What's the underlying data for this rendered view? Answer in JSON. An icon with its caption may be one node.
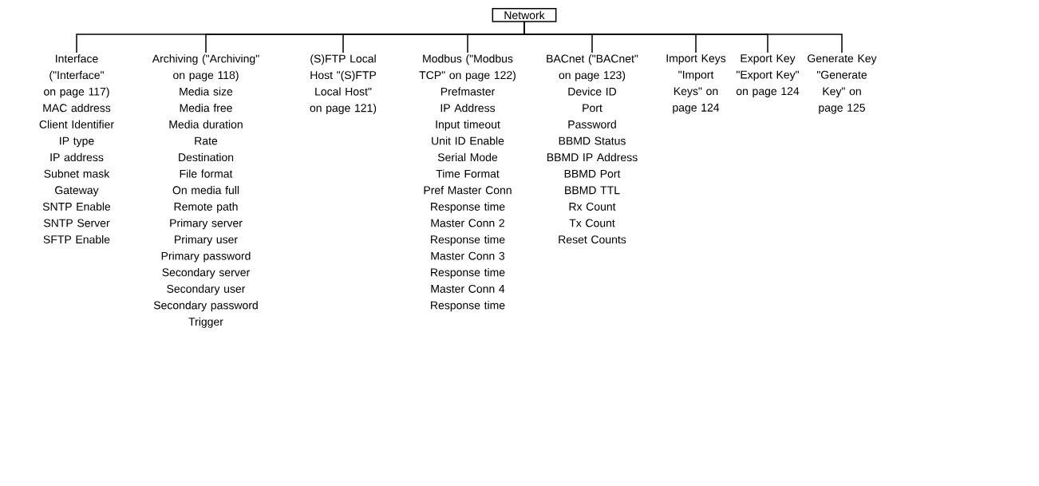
{
  "diagram": {
    "nodes": [
      {
        "text": [
          "Network"
        ]
      },
      {
        "text": [
          "Interface (\"Interface\" on page 117)",
          "MAC address",
          "Client Identifier",
          "IP type",
          "IP address",
          "Subnet mask",
          "Gateway",
          "SNTP Enable",
          "SNTP Server",
          "SFTP Enable"
        ]
      },
      {
        "text": [
          "Archiving (\"Archiving\" on page 118)",
          "Media size",
          "Media free",
          "Media duration",
          "Rate",
          "Destination",
          "File format",
          "On media full",
          "Remote path",
          "Primary server",
          "Primary user",
          "Primary password",
          "Secondary server",
          "Secondary user",
          "Secondary password",
          "Trigger"
        ]
      },
      {
        "text": [
          "(S)FTP Local Host \"(S)FTP Local Host\" on page 121)"
        ]
      },
      {
        "text": [
          "Modbus (\"Modbus TCP\" on page 122)",
          "Prefmaster IP Address",
          "Input timeout",
          "Unit ID Enable",
          "Serial Mode",
          "Time Format",
          "Pref Master Conn",
          "Response time",
          "Master Conn 2",
          "Response time",
          "Master Conn 3",
          "Response time",
          "Master Conn 4",
          "Response time"
        ]
      },
      {
        "text": [
          "BACnet (\"BACnet\" on page 123)",
          "Device ID",
          "Port",
          "Password",
          "BBMD Status",
          "BBMD IP Address",
          "BBMD Port",
          "BBMD TTL",
          "Rx Count",
          "Tx Count",
          "Reset Counts"
        ]
      },
      {
        "text": [
          "Import Keys \"Import Keys\" on page 124"
        ]
      },
      {
        "text": [
          "Export Key \"Export Key\" on page 124"
        ]
      },
      {
        "text": [
          "Generate Key \"Generate Key\" on page 125"
        ]
      }
    ],
    "edges": [
      {
        "from": 0,
        "to": 1,
        "arrow": "none"
      },
      {
        "from": 0,
        "to": 2,
        "arrow": "none"
      },
      {
        "from": 0,
        "to": 3,
        "arrow": "none"
      },
      {
        "from": 0,
        "to": 4,
        "arrow": "none"
      },
      {
        "from": 0,
        "to": 5,
        "arrow": "none"
      },
      {
        "from": 0,
        "to": 6,
        "arrow": "none"
      },
      {
        "from": 0,
        "to": 7,
        "arrow": "none"
      },
      {
        "from": 0,
        "to": 8,
        "arrow": "none"
      }
    ]
  }
}
